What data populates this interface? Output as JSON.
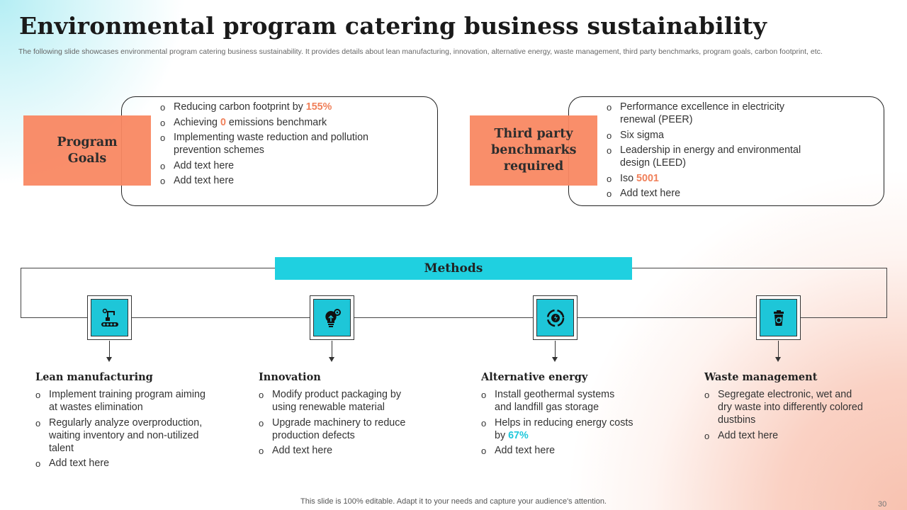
{
  "title": "Environmental program catering business sustainability",
  "subtitle": "The following slide showcases environmental program catering business sustainability. It provides details about lean manufacturing, innovation, alternative energy, waste management, third party benchmarks, program goals, carbon footprint, etc.",
  "program_goals": {
    "label": "Program Goals",
    "items": [
      {
        "text": "Reducing carbon footprint by ",
        "highlight": "155%"
      },
      {
        "text": "Achieving ",
        "highlight": "0",
        "after": " emissions benchmark"
      },
      {
        "text": "Implementing waste reduction and pollution prevention schemes"
      },
      {
        "text": "Add text here"
      },
      {
        "text": "Add text here"
      }
    ]
  },
  "benchmarks": {
    "label": "Third party benchmarks required",
    "items": [
      {
        "text": "Performance excellence in electricity renewal (PEER)"
      },
      {
        "text": "Six sigma"
      },
      {
        "text": "Leadership in energy and environmental design (LEED)"
      },
      {
        "text": "Iso ",
        "highlight": "5001"
      },
      {
        "text": "Add text here"
      }
    ]
  },
  "methods": {
    "label": "Methods",
    "columns": [
      {
        "icon": "conveyor-robot-arm-icon",
        "heading": "Lean manufacturing",
        "items": [
          {
            "text": "Implement training program aiming at wastes elimination"
          },
          {
            "text": "Regularly analyze overproduction, waiting inventory and non-utilized talent"
          },
          {
            "text": "Add text here"
          }
        ]
      },
      {
        "icon": "lightbulb-gear-icon",
        "heading": "Innovation",
        "items": [
          {
            "text": "Modify product packaging by using renewable material"
          },
          {
            "text": "Upgrade machinery to reduce production defects"
          },
          {
            "text": "Add text here"
          }
        ]
      },
      {
        "icon": "renewable-energy-cycle-icon",
        "heading": "Alternative energy",
        "items": [
          {
            "text": "Install geothermal systems and landfill gas storage"
          },
          {
            "text": "Helps in reducing energy costs by ",
            "highlight": "67%"
          },
          {
            "text": "Add text here"
          }
        ]
      },
      {
        "icon": "recycle-bin-icon",
        "heading": "Waste management",
        "items": [
          {
            "text": "Segregate electronic, wet and dry waste into differently colored dustbins"
          },
          {
            "text": "Add text here"
          }
        ]
      }
    ]
  },
  "footer": "This slide is 100% editable. Adapt it to your needs and capture your audience's attention.",
  "page_number": "30",
  "colors": {
    "accent_orange": "#f98863",
    "accent_cyan": "#1fd0e0",
    "highlight_orange": "#f0805a",
    "highlight_cyan": "#1ec8dc"
  }
}
